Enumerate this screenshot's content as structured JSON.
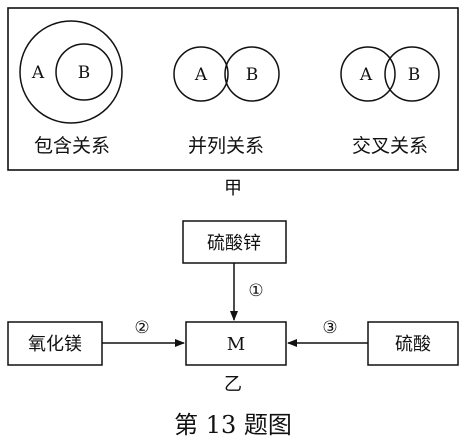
{
  "panel_jia": {
    "relations": [
      {
        "name": "包含关系",
        "a_label": "A",
        "b_label": "B"
      },
      {
        "name": "并列关系",
        "a_label": "A",
        "b_label": "B"
      },
      {
        "name": "交叉关系",
        "a_label": "A",
        "b_label": "B"
      }
    ],
    "caption": "甲"
  },
  "panel_yi": {
    "center": "M",
    "top_box": "硫酸锌",
    "left_box": "氧化镁",
    "right_box": "硫酸",
    "arrow_top_label": "①",
    "arrow_left_label": "②",
    "arrow_right_label": "③",
    "caption": "乙"
  },
  "figure_title": "第 13 题图"
}
